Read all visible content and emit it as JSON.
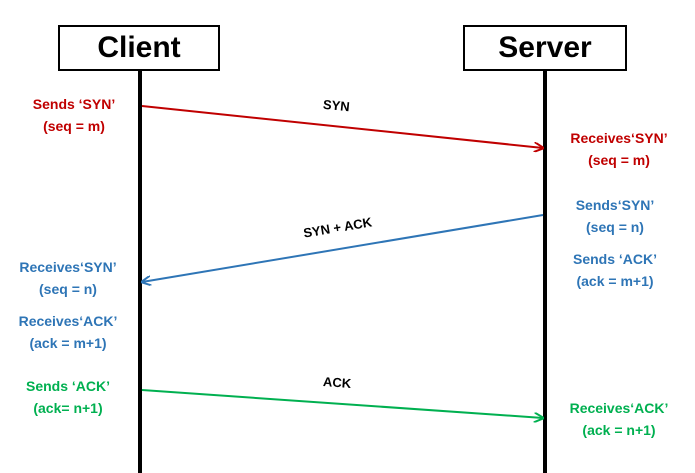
{
  "participants": {
    "client": "Client",
    "server": "Server"
  },
  "messages": [
    {
      "label": "SYN",
      "color": "#c00000"
    },
    {
      "label": "SYN + ACK",
      "color": "#2e75b6"
    },
    {
      "label": "ACK",
      "color": "#00b050"
    }
  ],
  "client_notes": [
    {
      "line1": "Sends ‘SYN’",
      "line2": "(seq = m)",
      "color": "#c00000"
    },
    {
      "line1": "Receives‘SYN’",
      "line2": "(seq = n)",
      "color": "#2e75b6"
    },
    {
      "line1": "Receives‘ACK’",
      "line2": "(ack = m+1)",
      "color": "#2e75b6"
    },
    {
      "line1": "Sends ‘ACK’",
      "line2": "(ack= n+1)",
      "color": "#00b050"
    }
  ],
  "server_notes": [
    {
      "line1": "Receives‘SYN’",
      "line2": "(seq = m)",
      "color": "#c00000"
    },
    {
      "line1": "Sends‘SYN’",
      "line2": "(seq = n)",
      "color": "#2e75b6"
    },
    {
      "line1": "Sends ‘ACK’",
      "line2": "(ack = m+1)",
      "color": "#2e75b6"
    },
    {
      "line1": "Receives‘ACK’",
      "line2": "(ack = n+1)",
      "color": "#00b050"
    }
  ]
}
